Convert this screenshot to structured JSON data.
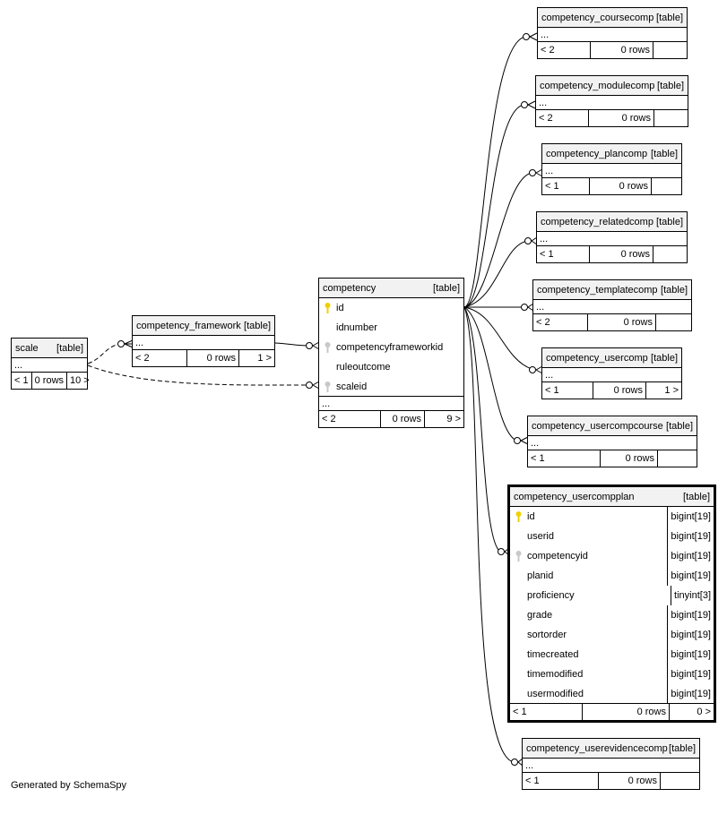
{
  "footer": "Generated by SchemaSpy",
  "tables": {
    "scale": {
      "name": "scale",
      "kind": "[table]",
      "ellipsis": "...",
      "parents": "< 1",
      "rows": "0 rows",
      "children": "10 >"
    },
    "competency_framework": {
      "name": "competency_framework",
      "kind": "[table]",
      "ellipsis": "...",
      "parents": "< 2",
      "rows": "0 rows",
      "children": "1 >"
    },
    "competency": {
      "name": "competency",
      "kind": "[table]",
      "columns": [
        "id",
        "idnumber",
        "competencyframeworkid",
        "ruleoutcome",
        "scaleid"
      ],
      "ellipsis": "...",
      "parents": "< 2",
      "rows": "0 rows",
      "children": "9 >"
    },
    "coursecomp": {
      "name": "competency_coursecomp",
      "kind": "[table]",
      "ellipsis": "...",
      "parents": "< 2",
      "rows": "0 rows",
      "children": ""
    },
    "modulecomp": {
      "name": "competency_modulecomp",
      "kind": "[table]",
      "ellipsis": "...",
      "parents": "< 2",
      "rows": "0 rows",
      "children": ""
    },
    "plancomp": {
      "name": "competency_plancomp",
      "kind": "[table]",
      "ellipsis": "...",
      "parents": "< 1",
      "rows": "0 rows",
      "children": ""
    },
    "relatedcomp": {
      "name": "competency_relatedcomp",
      "kind": "[table]",
      "ellipsis": "...",
      "parents": "< 1",
      "rows": "0 rows",
      "children": ""
    },
    "templatecomp": {
      "name": "competency_templatecomp",
      "kind": "[table]",
      "ellipsis": "...",
      "parents": "< 2",
      "rows": "0 rows",
      "children": ""
    },
    "usercomp": {
      "name": "competency_usercomp",
      "kind": "[table]",
      "ellipsis": "...",
      "parents": "< 1",
      "rows": "0 rows",
      "children": "1 >"
    },
    "usercompcourse": {
      "name": "competency_usercompcourse",
      "kind": "[table]",
      "ellipsis": "...",
      "parents": "< 1",
      "rows": "0 rows",
      "children": ""
    },
    "usercompplan": {
      "name": "competency_usercompplan",
      "kind": "[table]",
      "columns": [
        {
          "name": "id",
          "type": "bigint[19]"
        },
        {
          "name": "userid",
          "type": "bigint[19]"
        },
        {
          "name": "competencyid",
          "type": "bigint[19]"
        },
        {
          "name": "planid",
          "type": "bigint[19]"
        },
        {
          "name": "proficiency",
          "type": "tinyint[3]"
        },
        {
          "name": "grade",
          "type": "bigint[19]"
        },
        {
          "name": "sortorder",
          "type": "bigint[19]"
        },
        {
          "name": "timecreated",
          "type": "bigint[19]"
        },
        {
          "name": "timemodified",
          "type": "bigint[19]"
        },
        {
          "name": "usermodified",
          "type": "bigint[19]"
        }
      ],
      "parents": "< 1",
      "rows": "0 rows",
      "children": "0 >"
    },
    "userevidencecomp": {
      "name": "competency_userevidencecomp",
      "kind": "[table]",
      "ellipsis": "...",
      "parents": "< 1",
      "rows": "0 rows",
      "children": ""
    }
  }
}
